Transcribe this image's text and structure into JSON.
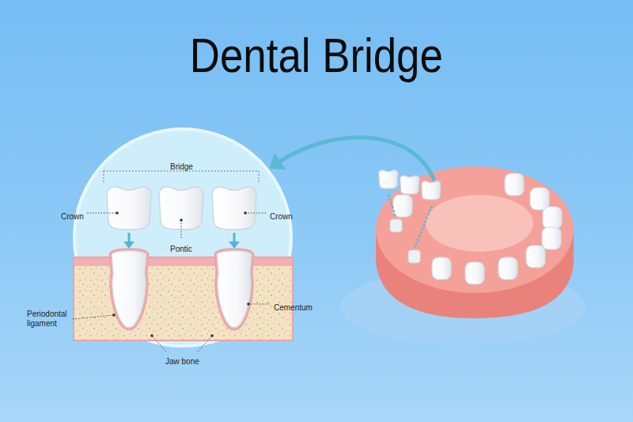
{
  "diagram": {
    "title": "Dental Bridge",
    "labels": [
      "Bridge",
      "Crown",
      "Pontic",
      "Crown",
      "Periodontal ligament",
      "Cementum",
      "Jaw bone"
    ]
  }
}
